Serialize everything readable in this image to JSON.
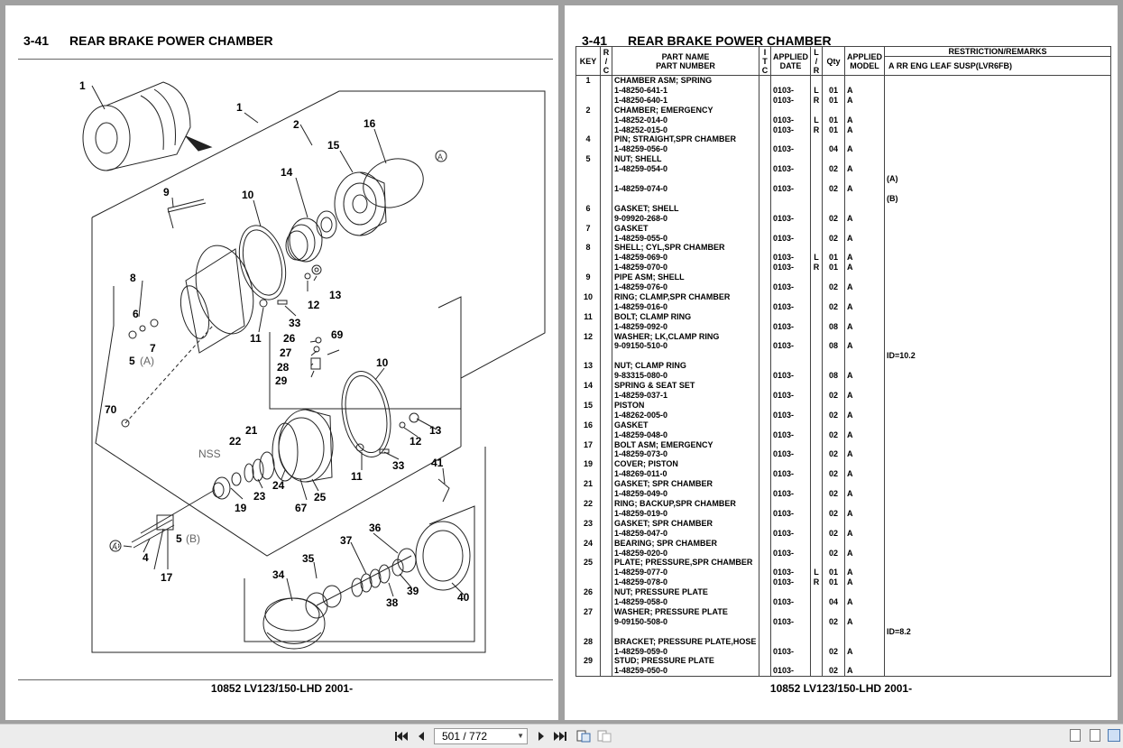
{
  "left_page": {
    "section_number": "3-41",
    "section_title": "REAR BRAKE POWER CHAMBER",
    "footer": "10852 LV123/150-LHD 2001-",
    "diagram_labels": [
      "1",
      "1",
      "2",
      "16",
      "15",
      "14",
      "10",
      "9",
      "8",
      "6",
      "7",
      "5",
      "(A)",
      "13",
      "12",
      "33",
      "11",
      "26",
      "69",
      "27",
      "28",
      "29",
      "10",
      "70",
      "NSS",
      "22",
      "21",
      "13",
      "12",
      "11",
      "33",
      "24",
      "25",
      "23",
      "19",
      "67",
      "41",
      "5",
      "(B)",
      "4",
      "17",
      "37",
      "36",
      "35",
      "34",
      "39",
      "38",
      "40",
      "A",
      "A"
    ]
  },
  "right_page": {
    "section_number": "3-41",
    "section_title": "REAR BRAKE POWER CHAMBER",
    "footer": "10852 LV123/150-LHD 2001-",
    "headers": {
      "key": "KEY",
      "ric_1": "R",
      "ric_2": "/",
      "ric_3": "C",
      "part_name": "PART NAME",
      "part_number": "PART NUMBER",
      "itc_1": "I",
      "itc_2": "T",
      "itc_3": "C",
      "applied_date_1": "APPLIED",
      "applied_date_2": "DATE",
      "lr_1": "L",
      "lr_2": "/",
      "lr_3": "R",
      "qty": "Qty",
      "applied_model_1": "APPLIED",
      "applied_model_2": "MODEL",
      "remarks": "RESTRICTION/REMARKS",
      "remarks_sub": "A RR ENG LEAF SUSP(LVR6FB)"
    },
    "rows": [
      {
        "key": "1",
        "name": "CHAMBER ASM; SPRING",
        "pn": "",
        "date": "",
        "lr": "",
        "qty": "",
        "model": "",
        "rem": ""
      },
      {
        "key": "",
        "name": "",
        "pn": "1-48250-641-1",
        "date": "0103-",
        "lr": "L",
        "qty": "01",
        "model": "A",
        "rem": ""
      },
      {
        "key": "",
        "name": "",
        "pn": "1-48250-640-1",
        "date": "0103-",
        "lr": "R",
        "qty": "01",
        "model": "A",
        "rem": ""
      },
      {
        "key": "2",
        "name": "CHAMBER; EMERGENCY",
        "pn": "",
        "date": "",
        "lr": "",
        "qty": "",
        "model": "",
        "rem": ""
      },
      {
        "key": "",
        "name": "",
        "pn": "1-48252-014-0",
        "date": "0103-",
        "lr": "L",
        "qty": "01",
        "model": "A",
        "rem": ""
      },
      {
        "key": "",
        "name": "",
        "pn": "1-48252-015-0",
        "date": "0103-",
        "lr": "R",
        "qty": "01",
        "model": "A",
        "rem": ""
      },
      {
        "key": "4",
        "name": "PIN; STRAIGHT,SPR CHAMBER",
        "pn": "",
        "date": "",
        "lr": "",
        "qty": "",
        "model": "",
        "rem": ""
      },
      {
        "key": "",
        "name": "",
        "pn": "1-48259-056-0",
        "date": "0103-",
        "lr": "",
        "qty": "04",
        "model": "A",
        "rem": ""
      },
      {
        "key": "5",
        "name": "NUT; SHELL",
        "pn": "",
        "date": "",
        "lr": "",
        "qty": "",
        "model": "",
        "rem": ""
      },
      {
        "key": "",
        "name": "",
        "pn": "1-48259-054-0",
        "date": "0103-",
        "lr": "",
        "qty": "02",
        "model": "A",
        "rem": ""
      },
      {
        "key": "",
        "name": "",
        "pn": "",
        "date": "",
        "lr": "",
        "qty": "",
        "model": "",
        "rem": "(A)"
      },
      {
        "key": "",
        "name": "",
        "pn": "1-48259-074-0",
        "date": "0103-",
        "lr": "",
        "qty": "02",
        "model": "A",
        "rem": ""
      },
      {
        "key": "",
        "name": "",
        "pn": "",
        "date": "",
        "lr": "",
        "qty": "",
        "model": "",
        "rem": "(B)"
      },
      {
        "key": "6",
        "name": "GASKET; SHELL",
        "pn": "",
        "date": "",
        "lr": "",
        "qty": "",
        "model": "",
        "rem": ""
      },
      {
        "key": "",
        "name": "",
        "pn": "9-09920-268-0",
        "date": "0103-",
        "lr": "",
        "qty": "02",
        "model": "A",
        "rem": ""
      },
      {
        "key": "7",
        "name": "GASKET",
        "pn": "",
        "date": "",
        "lr": "",
        "qty": "",
        "model": "",
        "rem": ""
      },
      {
        "key": "",
        "name": "",
        "pn": "1-48259-055-0",
        "date": "0103-",
        "lr": "",
        "qty": "02",
        "model": "A",
        "rem": ""
      },
      {
        "key": "8",
        "name": "SHELL; CYL,SPR CHAMBER",
        "pn": "",
        "date": "",
        "lr": "",
        "qty": "",
        "model": "",
        "rem": ""
      },
      {
        "key": "",
        "name": "",
        "pn": "1-48259-069-0",
        "date": "0103-",
        "lr": "L",
        "qty": "01",
        "model": "A",
        "rem": ""
      },
      {
        "key": "",
        "name": "",
        "pn": "1-48259-070-0",
        "date": "0103-",
        "lr": "R",
        "qty": "01",
        "model": "A",
        "rem": ""
      },
      {
        "key": "9",
        "name": "PIPE ASM; SHELL",
        "pn": "",
        "date": "",
        "lr": "",
        "qty": "",
        "model": "",
        "rem": ""
      },
      {
        "key": "",
        "name": "",
        "pn": "1-48259-076-0",
        "date": "0103-",
        "lr": "",
        "qty": "02",
        "model": "A",
        "rem": ""
      },
      {
        "key": "10",
        "name": "RING; CLAMP,SPR CHAMBER",
        "pn": "",
        "date": "",
        "lr": "",
        "qty": "",
        "model": "",
        "rem": ""
      },
      {
        "key": "",
        "name": "",
        "pn": "1-48259-016-0",
        "date": "0103-",
        "lr": "",
        "qty": "02",
        "model": "A",
        "rem": ""
      },
      {
        "key": "11",
        "name": "BOLT; CLAMP RING",
        "pn": "",
        "date": "",
        "lr": "",
        "qty": "",
        "model": "",
        "rem": ""
      },
      {
        "key": "",
        "name": "",
        "pn": "1-48259-092-0",
        "date": "0103-",
        "lr": "",
        "qty": "08",
        "model": "A",
        "rem": ""
      },
      {
        "key": "12",
        "name": "WASHER; LK,CLAMP RING",
        "pn": "",
        "date": "",
        "lr": "",
        "qty": "",
        "model": "",
        "rem": ""
      },
      {
        "key": "",
        "name": "",
        "pn": "9-09150-510-0",
        "date": "0103-",
        "lr": "",
        "qty": "08",
        "model": "A",
        "rem": ""
      },
      {
        "key": "",
        "name": "",
        "pn": "",
        "date": "",
        "lr": "",
        "qty": "",
        "model": "",
        "rem": "ID=10.2"
      },
      {
        "key": "13",
        "name": "NUT; CLAMP RING",
        "pn": "",
        "date": "",
        "lr": "",
        "qty": "",
        "model": "",
        "rem": ""
      },
      {
        "key": "",
        "name": "",
        "pn": "9-83315-080-0",
        "date": "0103-",
        "lr": "",
        "qty": "08",
        "model": "A",
        "rem": ""
      },
      {
        "key": "14",
        "name": "SPRING & SEAT SET",
        "pn": "",
        "date": "",
        "lr": "",
        "qty": "",
        "model": "",
        "rem": ""
      },
      {
        "key": "",
        "name": "",
        "pn": "1-48259-037-1",
        "date": "0103-",
        "lr": "",
        "qty": "02",
        "model": "A",
        "rem": ""
      },
      {
        "key": "15",
        "name": "PISTON",
        "pn": "",
        "date": "",
        "lr": "",
        "qty": "",
        "model": "",
        "rem": ""
      },
      {
        "key": "",
        "name": "",
        "pn": "1-48262-005-0",
        "date": "0103-",
        "lr": "",
        "qty": "02",
        "model": "A",
        "rem": ""
      },
      {
        "key": "16",
        "name": "GASKET",
        "pn": "",
        "date": "",
        "lr": "",
        "qty": "",
        "model": "",
        "rem": ""
      },
      {
        "key": "",
        "name": "",
        "pn": "1-48259-048-0",
        "date": "0103-",
        "lr": "",
        "qty": "02",
        "model": "A",
        "rem": ""
      },
      {
        "key": "17",
        "name": "BOLT ASM; EMERGENCY",
        "pn": "",
        "date": "",
        "lr": "",
        "qty": "",
        "model": "",
        "rem": ""
      },
      {
        "key": "",
        "name": "",
        "pn": "1-48259-073-0",
        "date": "0103-",
        "lr": "",
        "qty": "02",
        "model": "A",
        "rem": ""
      },
      {
        "key": "19",
        "name": "COVER; PISTON",
        "pn": "",
        "date": "",
        "lr": "",
        "qty": "",
        "model": "",
        "rem": ""
      },
      {
        "key": "",
        "name": "",
        "pn": "1-48269-011-0",
        "date": "0103-",
        "lr": "",
        "qty": "02",
        "model": "A",
        "rem": ""
      },
      {
        "key": "21",
        "name": "GASKET; SPR CHAMBER",
        "pn": "",
        "date": "",
        "lr": "",
        "qty": "",
        "model": "",
        "rem": ""
      },
      {
        "key": "",
        "name": "",
        "pn": "1-48259-049-0",
        "date": "0103-",
        "lr": "",
        "qty": "02",
        "model": "A",
        "rem": ""
      },
      {
        "key": "22",
        "name": "RING; BACKUP,SPR CHAMBER",
        "pn": "",
        "date": "",
        "lr": "",
        "qty": "",
        "model": "",
        "rem": ""
      },
      {
        "key": "",
        "name": "",
        "pn": "1-48259-019-0",
        "date": "0103-",
        "lr": "",
        "qty": "02",
        "model": "A",
        "rem": ""
      },
      {
        "key": "23",
        "name": "GASKET; SPR CHAMBER",
        "pn": "",
        "date": "",
        "lr": "",
        "qty": "",
        "model": "",
        "rem": ""
      },
      {
        "key": "",
        "name": "",
        "pn": "1-48259-047-0",
        "date": "0103-",
        "lr": "",
        "qty": "02",
        "model": "A",
        "rem": ""
      },
      {
        "key": "24",
        "name": "BEARING; SPR CHAMBER",
        "pn": "",
        "date": "",
        "lr": "",
        "qty": "",
        "model": "",
        "rem": ""
      },
      {
        "key": "",
        "name": "",
        "pn": "1-48259-020-0",
        "date": "0103-",
        "lr": "",
        "qty": "02",
        "model": "A",
        "rem": ""
      },
      {
        "key": "25",
        "name": "PLATE; PRESSURE,SPR CHAMBER",
        "pn": "",
        "date": "",
        "lr": "",
        "qty": "",
        "model": "",
        "rem": ""
      },
      {
        "key": "",
        "name": "",
        "pn": "1-48259-077-0",
        "date": "0103-",
        "lr": "L",
        "qty": "01",
        "model": "A",
        "rem": ""
      },
      {
        "key": "",
        "name": "",
        "pn": "1-48259-078-0",
        "date": "0103-",
        "lr": "R",
        "qty": "01",
        "model": "A",
        "rem": ""
      },
      {
        "key": "26",
        "name": "NUT; PRESSURE PLATE",
        "pn": "",
        "date": "",
        "lr": "",
        "qty": "",
        "model": "",
        "rem": ""
      },
      {
        "key": "",
        "name": "",
        "pn": "1-48259-058-0",
        "date": "0103-",
        "lr": "",
        "qty": "04",
        "model": "A",
        "rem": ""
      },
      {
        "key": "27",
        "name": "WASHER; PRESSURE PLATE",
        "pn": "",
        "date": "",
        "lr": "",
        "qty": "",
        "model": "",
        "rem": ""
      },
      {
        "key": "",
        "name": "",
        "pn": "9-09150-508-0",
        "date": "0103-",
        "lr": "",
        "qty": "02",
        "model": "A",
        "rem": ""
      },
      {
        "key": "",
        "name": "",
        "pn": "",
        "date": "",
        "lr": "",
        "qty": "",
        "model": "",
        "rem": "ID=8.2"
      },
      {
        "key": "28",
        "name": "BRACKET; PRESSURE PLATE,HOSE",
        "pn": "",
        "date": "",
        "lr": "",
        "qty": "",
        "model": "",
        "rem": ""
      },
      {
        "key": "",
        "name": "",
        "pn": "1-48259-059-0",
        "date": "0103-",
        "lr": "",
        "qty": "02",
        "model": "A",
        "rem": ""
      },
      {
        "key": "29",
        "name": "STUD; PRESSURE PLATE",
        "pn": "",
        "date": "",
        "lr": "",
        "qty": "",
        "model": "",
        "rem": ""
      },
      {
        "key": "",
        "name": "",
        "pn": "1-48259-050-0",
        "date": "0103-",
        "lr": "",
        "qty": "02",
        "model": "A",
        "rem": ""
      }
    ]
  },
  "toolbar": {
    "page_indicator": "501 / 772",
    "first_icon": "first-page-icon",
    "prev_icon": "prev-page-icon",
    "next_icon": "next-page-icon",
    "last_icon": "last-page-icon"
  },
  "colors": {
    "viewer_bg": "#a0a0a0",
    "toolbar_bg": "#ececec",
    "page_bg": "#ffffff"
  }
}
